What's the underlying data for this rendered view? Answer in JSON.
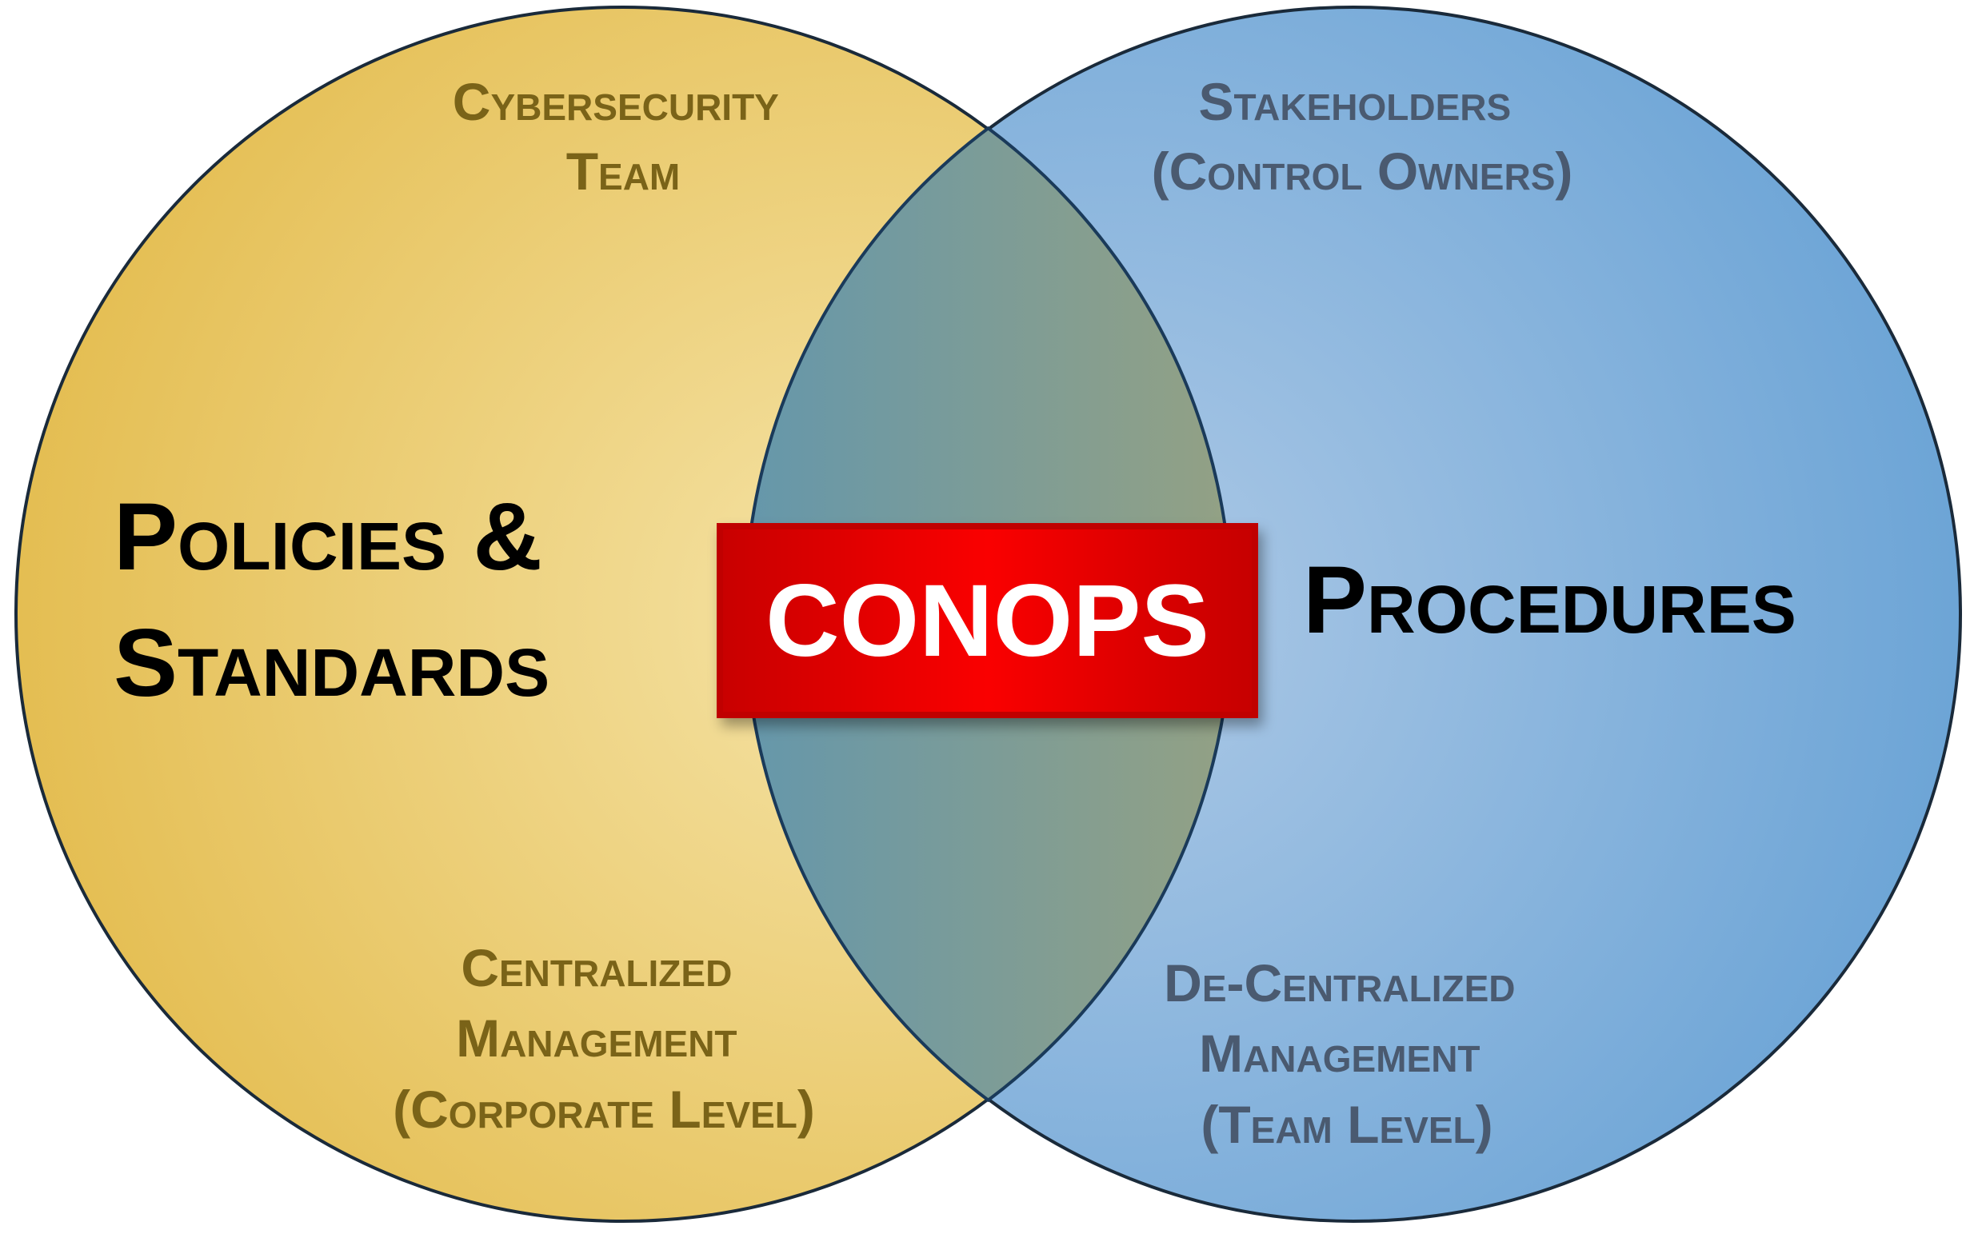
{
  "left_circle": {
    "title_lines": [
      "Policies &",
      "Standards"
    ],
    "top_label_lines": [
      "Cybersecurity",
      "Team"
    ],
    "bottom_label_lines": [
      "Centralized",
      "Management",
      "(Corporate Level)"
    ],
    "color": "#e6c157"
  },
  "right_circle": {
    "title": "Procedures",
    "top_label_lines": [
      "Stakeholders",
      "(Control Owners)"
    ],
    "bottom_label_lines": [
      "De-Centralized",
      "Management",
      "(Team Level)"
    ],
    "color": "#6fa6d6"
  },
  "center": {
    "label": "CONOPS",
    "color": "#f00000"
  }
}
